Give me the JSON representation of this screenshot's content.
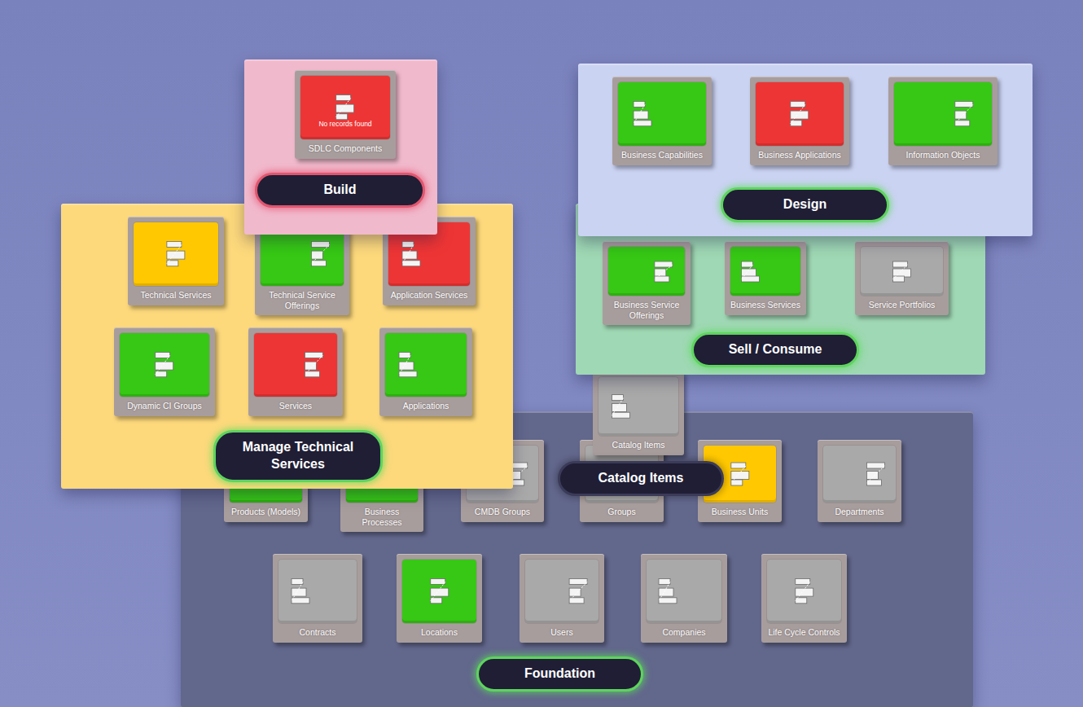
{
  "diagram": {
    "nodes": [
      {
        "text": [
          "Build"
        ]
      },
      {
        "text": [
          "SDLC Components"
        ],
        "in": 0
      },
      {
        "text": [
          "Design"
        ]
      },
      {
        "text": [
          "Business Capabilities"
        ],
        "in": 2
      },
      {
        "text": [
          "Business Applications"
        ],
        "in": 2
      },
      {
        "text": [
          "Information Objects"
        ],
        "in": 2
      },
      {
        "text": [
          "Manage Technical Services"
        ]
      },
      {
        "text": [
          "Technical Services"
        ],
        "in": 6
      },
      {
        "text": [
          "Technical Service Offerings"
        ],
        "in": 6
      },
      {
        "text": [
          "Application Services"
        ],
        "in": 6
      },
      {
        "text": [
          "Dynamic CI Groups"
        ],
        "in": 6
      },
      {
        "text": [
          "Services"
        ],
        "in": 6
      },
      {
        "text": [
          "Applications"
        ],
        "in": 6
      },
      {
        "text": [
          "Sell / Consume"
        ]
      },
      {
        "text": [
          "Business Service Offerings"
        ],
        "in": 13
      },
      {
        "text": [
          "Business Services"
        ],
        "in": 13
      },
      {
        "text": [
          "Service Portfolios"
        ],
        "in": 13
      },
      {
        "text": [
          "Foundation"
        ]
      },
      {
        "text": [
          "Products (Models)"
        ],
        "in": 17
      },
      {
        "text": [
          "Business Processes"
        ],
        "in": 17
      },
      {
        "text": [
          "CMDB Groups"
        ],
        "in": 17
      },
      {
        "text": [
          "Groups"
        ],
        "in": 17
      },
      {
        "text": [
          "Business Units"
        ],
        "in": 17
      },
      {
        "text": [
          "Departments"
        ],
        "in": 17
      },
      {
        "text": [
          "Contracts"
        ],
        "in": 17
      },
      {
        "text": [
          "Locations"
        ],
        "in": 17
      },
      {
        "text": [
          "Users"
        ],
        "in": 17
      },
      {
        "text": [
          "Companies"
        ],
        "in": 17
      },
      {
        "text": [
          "Life Cycle Controls"
        ],
        "in": 17
      },
      {
        "text": [
          "Catalog Items"
        ]
      },
      {
        "text": [
          "Catalog Items"
        ],
        "in": 29
      }
    ],
    "labels": [
      "No records found"
    ]
  }
}
